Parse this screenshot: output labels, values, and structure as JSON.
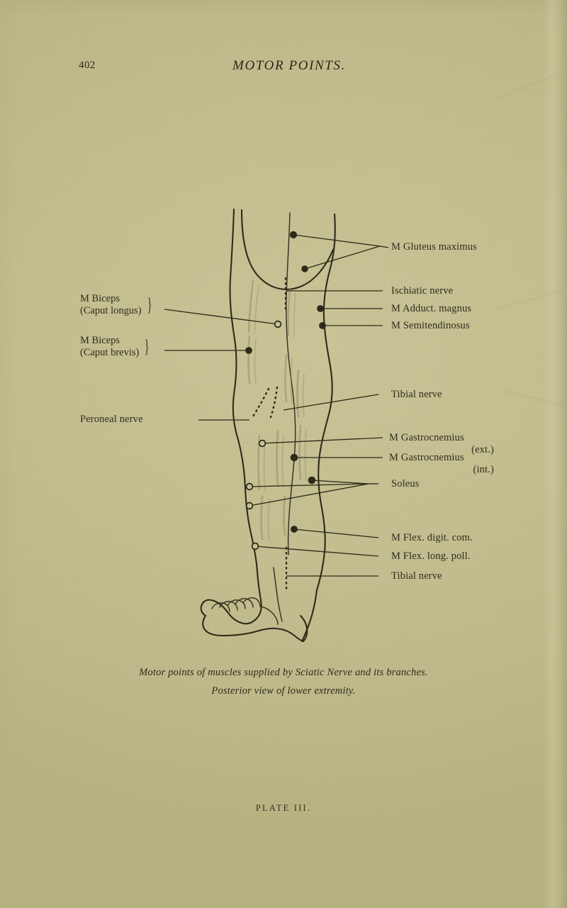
{
  "page": {
    "folio": "402",
    "running_head": "MOTOR POINTS.",
    "plate_footer": "PLATE III.",
    "paper_color": "#c3be90",
    "ink_color": "#302c1b"
  },
  "caption": {
    "line1": "Motor points of muscles supplied by Sciatic Nerve and its branches.",
    "line2": "Posterior view of lower extremity."
  },
  "figure": {
    "title": "posterior-view-lower-extremity-motor-points",
    "labels_left": [
      {
        "id": "biceps-caput-longus",
        "line1": "M  Biceps",
        "line2": "(Caput longus)",
        "brace": "}"
      },
      {
        "id": "biceps-caput-brevis",
        "line1": "M  Biceps",
        "line2": "(Caput brevis)",
        "brace": "}"
      },
      {
        "id": "peroneal-nerve",
        "line1": "Peroneal nerve",
        "line2": "",
        "brace": ""
      }
    ],
    "labels_right": [
      {
        "id": "gluteus-maximus",
        "text": "M Gluteus maximus",
        "sub": ""
      },
      {
        "id": "ischiatic-nerve",
        "text": "Ischiatic nerve",
        "sub": ""
      },
      {
        "id": "adductor-magnus",
        "text": "M Adduct.  magnus",
        "sub": ""
      },
      {
        "id": "semitendinosus",
        "text": "M Semitendinosus",
        "sub": ""
      },
      {
        "id": "tibial-nerve-upper",
        "text": "Tibial nerve",
        "sub": ""
      },
      {
        "id": "gastrocnemius-ext",
        "text": "M Gastrocnemius",
        "sub": "(ext.)"
      },
      {
        "id": "gastrocnemius-int",
        "text": "M Gastrocnemius",
        "sub": "(int.)"
      },
      {
        "id": "soleus",
        "text": "Soleus",
        "sub": ""
      },
      {
        "id": "flexor-digit-com",
        "text": "M Flex. digit. com.",
        "sub": ""
      },
      {
        "id": "flexor-long-poll",
        "text": "M Flex. long. poll.",
        "sub": ""
      },
      {
        "id": "tibial-nerve-lower",
        "text": "Tibial nerve",
        "sub": ""
      }
    ],
    "motor_points": [
      {
        "id": "gluteus-upper",
        "style": "filled"
      },
      {
        "id": "gluteus-lower",
        "style": "filled"
      },
      {
        "id": "adductor-magnus-point",
        "style": "filled"
      },
      {
        "id": "semitendinosus-point",
        "style": "filled"
      },
      {
        "id": "biceps-longus-point",
        "style": "hollow"
      },
      {
        "id": "biceps-brevis-point",
        "style": "filled"
      },
      {
        "id": "tibial-nerve-point",
        "style": "filled"
      },
      {
        "id": "gastrocnemius-ext-point",
        "style": "hollow"
      },
      {
        "id": "gastrocnemius-int-point",
        "style": "filled"
      },
      {
        "id": "soleus-point-a",
        "style": "hollow"
      },
      {
        "id": "soleus-point-b",
        "style": "filled"
      },
      {
        "id": "soleus-point-c",
        "style": "hollow"
      },
      {
        "id": "flexor-digit-point",
        "style": "filled"
      },
      {
        "id": "flexor-poll-point",
        "style": "hollow"
      }
    ]
  }
}
